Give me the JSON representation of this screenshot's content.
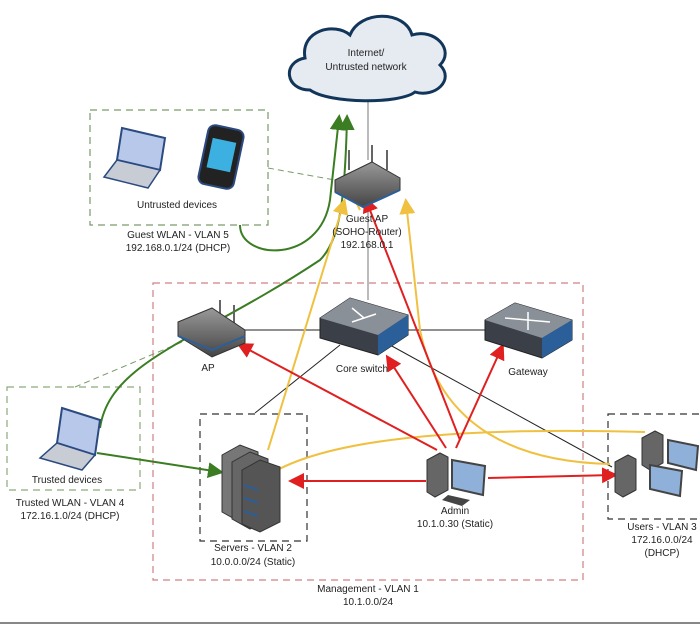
{
  "cloud": {
    "line1": "Internet/",
    "line2": "Untrusted network"
  },
  "guest_ap": {
    "line1": "Guest AP",
    "line2": "(SOHO-Router)",
    "line3": "192.168.0.1"
  },
  "guest_wlan": {
    "devices_label": "Untrusted devices",
    "line1": "Guest WLAN - VLAN 5",
    "line2": "192.168.0.1/24 (DHCP)"
  },
  "ap": {
    "label": "AP"
  },
  "core_switch": {
    "label": "Core switch"
  },
  "gateway": {
    "label": "Gateway"
  },
  "trusted_wlan": {
    "devices_label": "Trusted devices",
    "line1": "Trusted WLAN - VLAN 4",
    "line2": "172.16.1.0/24 (DHCP)"
  },
  "servers": {
    "line1": "Servers - VLAN 2",
    "line2": "10.0.0.0/24 (Static)"
  },
  "admin": {
    "line1": "Admin",
    "line2": "10.1.0.30 (Static)"
  },
  "users": {
    "line1": "Users - VLAN 3",
    "line2": "172.16.0.0/24",
    "line3": "(DHCP)"
  },
  "management": {
    "line1": "Management - VLAN 1",
    "line2": "10.1.0.0/24"
  },
  "colors": {
    "red": "#e02020",
    "green": "#3a7d22",
    "yellow": "#f0c040",
    "zone_red": "#d08080",
    "zone_green": "#7a9a6a"
  }
}
